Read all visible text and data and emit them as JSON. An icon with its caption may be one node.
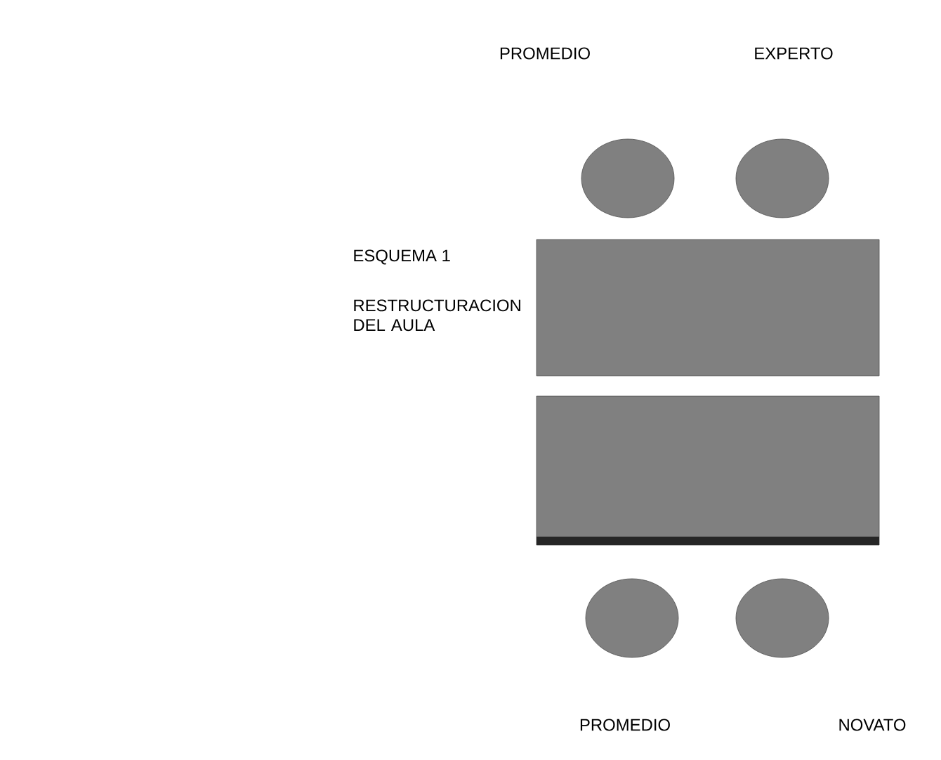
{
  "diagram": {
    "title": "ESQUEMA 1",
    "nodes": [
      {
        "text": [],
        "shape": "circle"
      },
      {
        "text": [],
        "shape": "circle"
      },
      {
        "text": [],
        "shape": "box"
      },
      {
        "text": [],
        "shape": "box"
      },
      {
        "text": [],
        "shape": "circle"
      },
      {
        "text": [],
        "shape": "circle"
      }
    ],
    "labels": [
      "PROMEDIO",
      "EXPERTO",
      "RESTRUCTURACION DEL AULA",
      "PROMEDIO",
      "NOVATO"
    ]
  }
}
